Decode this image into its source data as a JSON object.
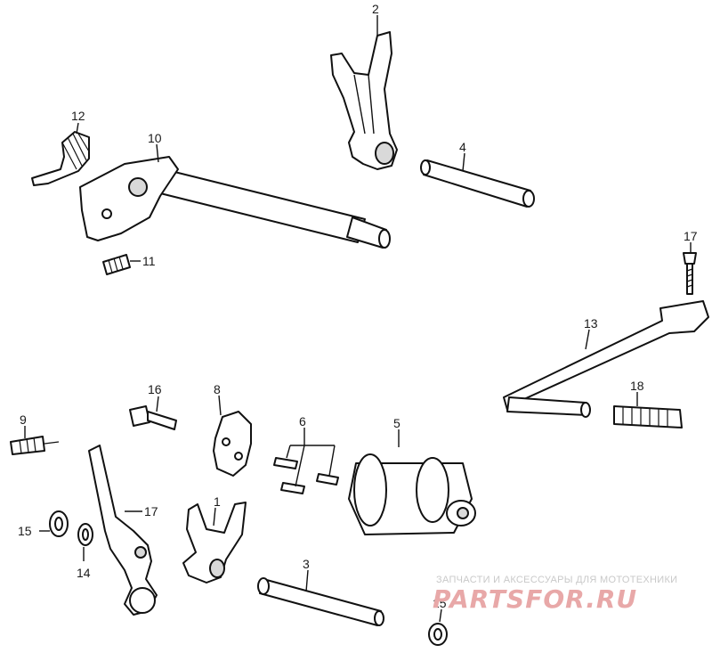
{
  "parts": {
    "p1": "1",
    "p2": "2",
    "p3": "3",
    "p4": "4",
    "p5": "5",
    "p6": "6",
    "p8": "8",
    "p9": "9",
    "p10": "10",
    "p11": "11",
    "p12": "12",
    "p13": "13",
    "p14": "14",
    "p15a": "15",
    "p15b": "15",
    "p16": "16",
    "p17a": "17",
    "p17b": "17",
    "p18": "18"
  },
  "watermark": {
    "subtitle": "ЗАПЧАСТИ И АКСЕССУАРЫ ДЛЯ МОТОТЕХНИКИ",
    "brand": "PARTSFOR.RU"
  },
  "colors": {
    "line": "#111111",
    "watermark_brand": "#e8a8a8",
    "watermark_sub": "#c9c9c9"
  }
}
